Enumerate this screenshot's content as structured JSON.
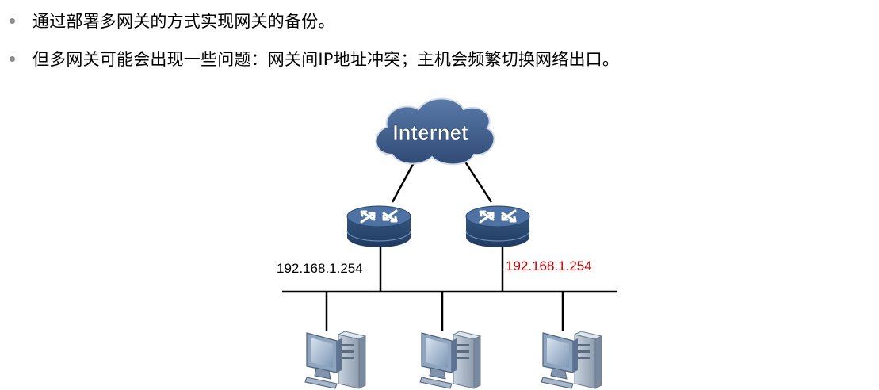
{
  "bullets": [
    "通过部署多网关的方式实现网关的备份。",
    "但多网关可能会出现一些问题：网关间IP地址冲突；主机会频繁切换网络出口。"
  ],
  "diagram": {
    "cloud_label": "Internet",
    "gateway_left_ip": "192.168.1.254",
    "gateway_right_ip": "192.168.1.254",
    "colors": {
      "cloud_fill": "#3d5a85",
      "router_body": "#2f4f7a",
      "router_top": "#4a6ea0",
      "conflict_ip_color": "#c00000",
      "normal_ip_color": "#000000"
    }
  }
}
